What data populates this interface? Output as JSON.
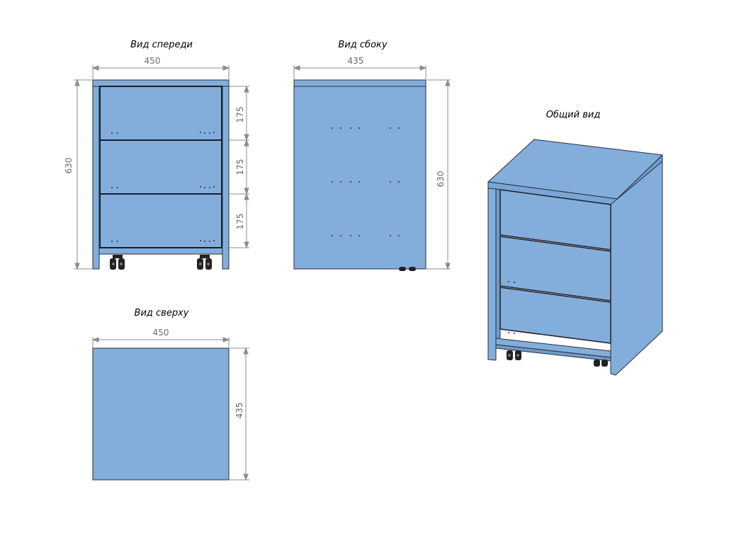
{
  "views": {
    "front_title": "Вид спереди",
    "side_title": "Вид сбоку",
    "iso_title": "Общий вид",
    "top_title": "Вид сверху"
  },
  "dimensions": {
    "front_width": "450",
    "front_height": "630",
    "drawer_1": "175",
    "drawer_2": "175",
    "drawer_3": "175",
    "side_depth": "435",
    "side_height": "630",
    "top_width": "450",
    "top_depth": "435"
  },
  "colors": {
    "body": "#83aedc",
    "body_dark": "#6f9bcb",
    "edge": "#2a2f3a",
    "dim_line": "#8c8c8c",
    "wheel": "#222222"
  }
}
